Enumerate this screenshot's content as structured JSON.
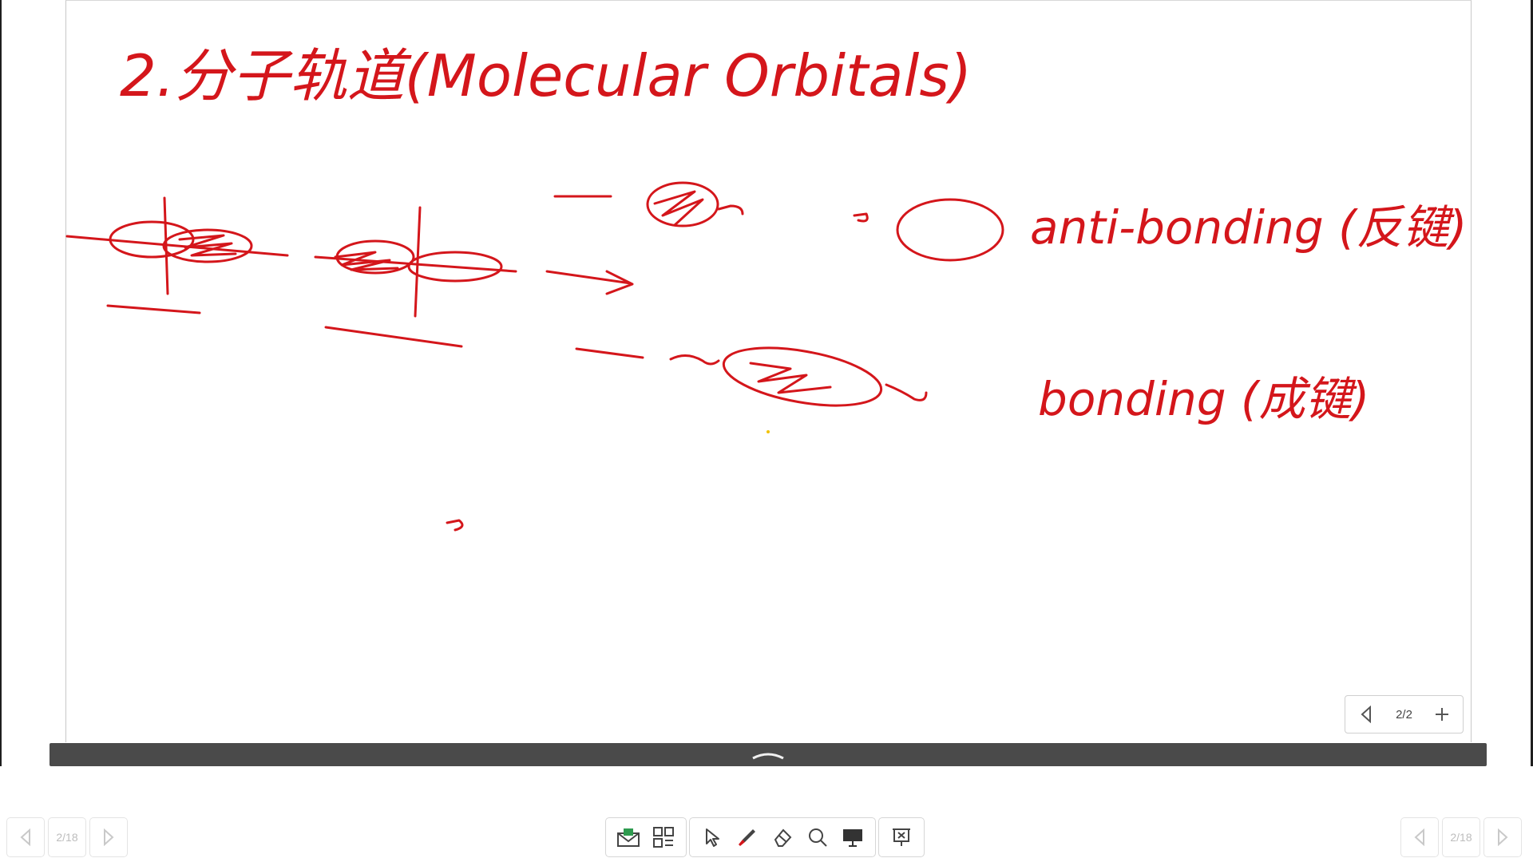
{
  "board": {
    "title": "2.分子轨道(Molecular Orbitals)",
    "label_antibonding": "anti-bonding (反键)",
    "label_bonding": "bonding (成键)"
  },
  "page_nav": {
    "count": "2/2",
    "prev_icon": "chevron-left-icon",
    "add_icon": "plus-icon"
  },
  "left_nav": {
    "count": "2/18",
    "prev_icon": "chevron-left-icon",
    "next_icon": "chevron-right-icon"
  },
  "right_nav": {
    "count": "2/18",
    "prev_icon": "chevron-left-icon",
    "next_icon": "chevron-right-icon"
  },
  "toolbar": {
    "tools": [
      "envelope-icon",
      "grid-icon",
      "pointer-icon",
      "pen-icon",
      "eraser-icon",
      "search-icon",
      "display-icon",
      "presentation-icon"
    ]
  },
  "colors": {
    "ink": "#d4161b",
    "collapse_bar": "#4a4a4a",
    "pen_accent": "#d4161b",
    "envelope_accent": "#2e9b4f"
  }
}
